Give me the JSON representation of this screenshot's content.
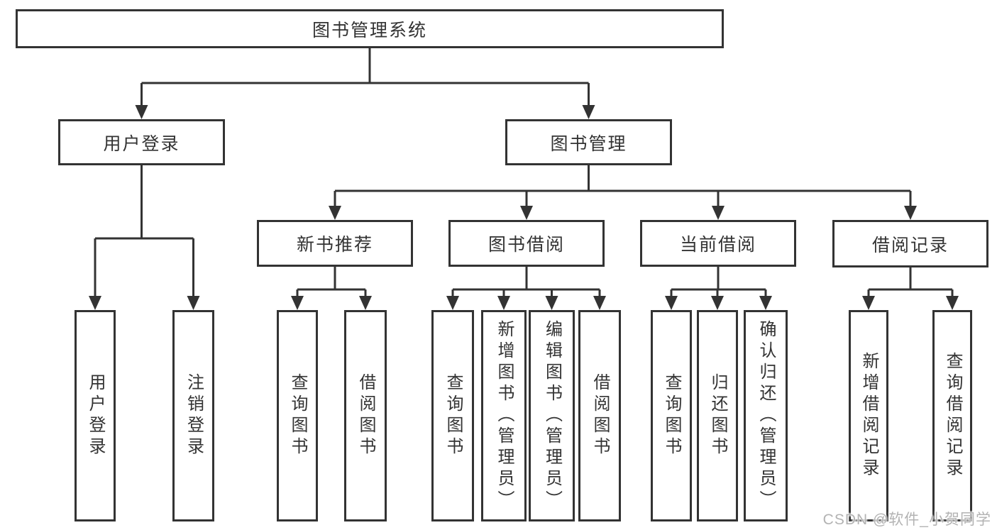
{
  "tree": {
    "label": "图书管理系统",
    "children": [
      {
        "label": "用户登录",
        "children": [
          {
            "label": "用户登录"
          },
          {
            "label": "注销登录"
          }
        ]
      },
      {
        "label": "图书管理",
        "children": [
          {
            "label": "新书推荐",
            "children": [
              {
                "label": "查询图书"
              },
              {
                "label": "借阅图书"
              }
            ]
          },
          {
            "label": "图书借阅",
            "children": [
              {
                "label": "查询图书"
              },
              {
                "label": "新增图书（管理员）"
              },
              {
                "label": "编辑图书（管理员）"
              },
              {
                "label": "借阅图书"
              }
            ]
          },
          {
            "label": "当前借阅",
            "children": [
              {
                "label": "查询图书"
              },
              {
                "label": "归还图书"
              },
              {
                "label": "确认归还（管理员）"
              }
            ]
          },
          {
            "label": "借阅记录",
            "children": [
              {
                "label": "新增借阅记录"
              },
              {
                "label": "查询借阅记录"
              }
            ]
          }
        ]
      }
    ]
  },
  "watermark": "CSDN @软件_小贺同学",
  "colors": {
    "line": "#333333",
    "text": "#333333",
    "box_background": "#ffffff",
    "background": "#ffffff",
    "watermark": "#b3b3b3"
  }
}
